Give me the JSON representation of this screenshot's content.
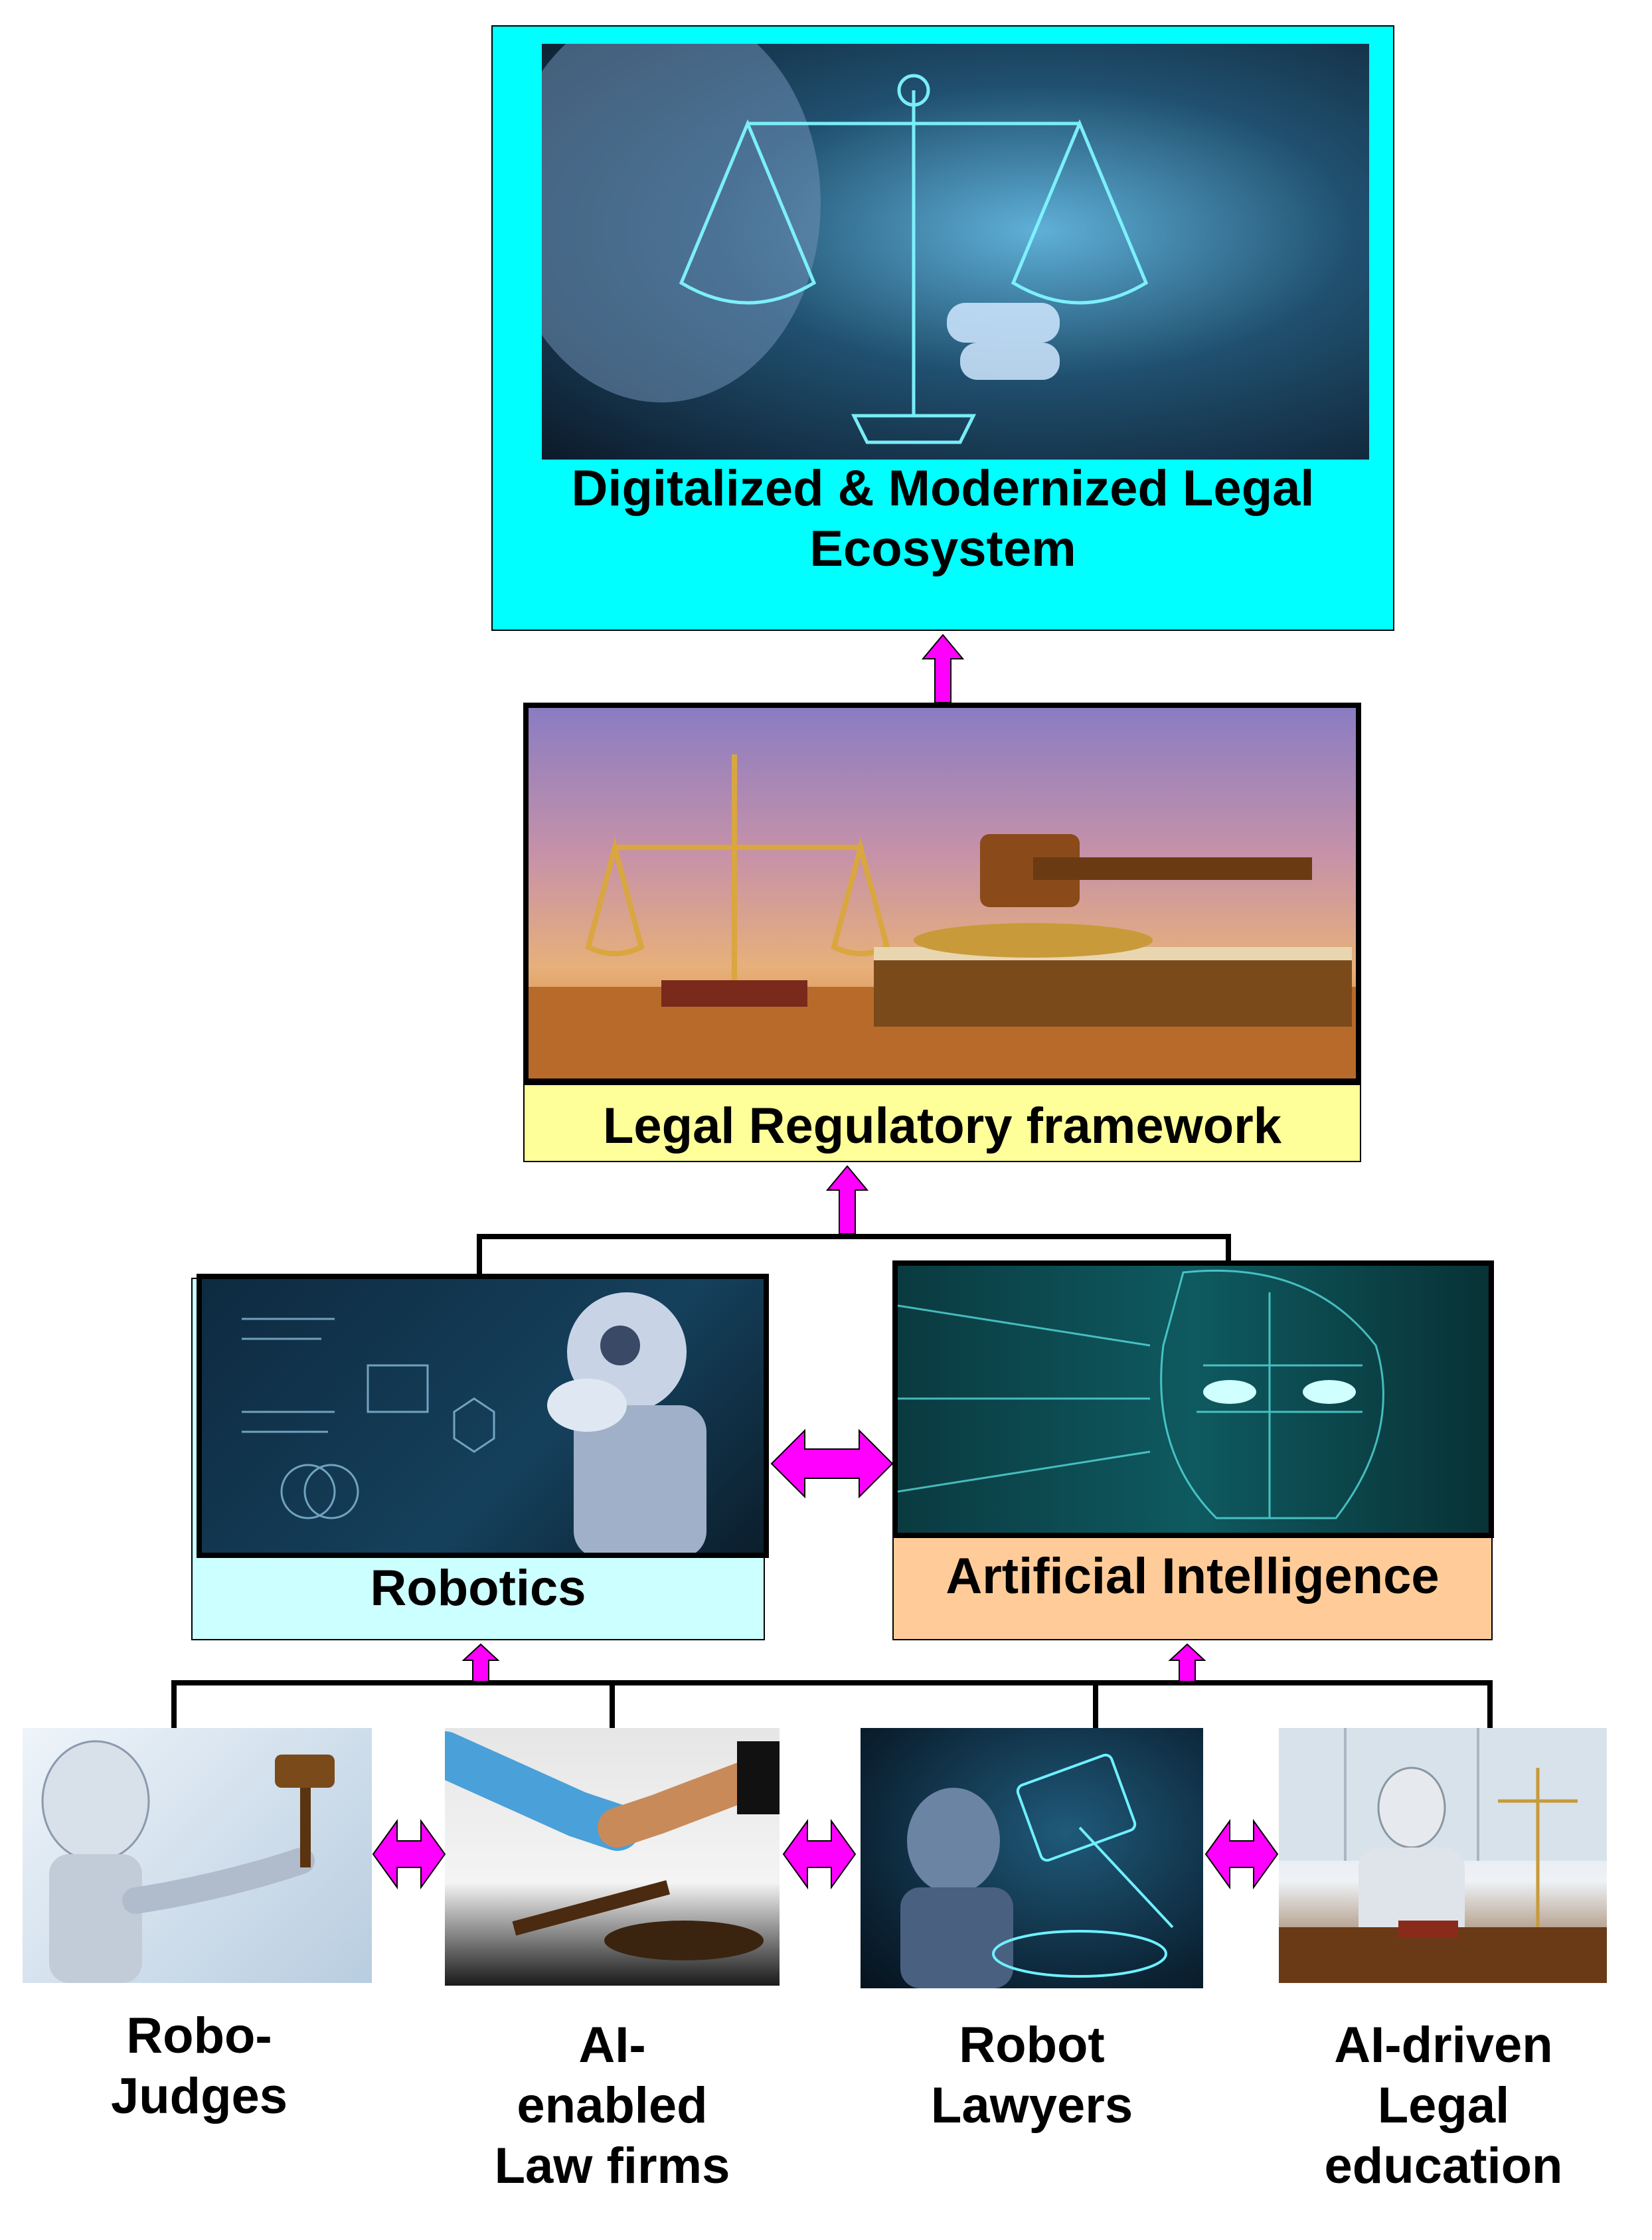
{
  "colors": {
    "top_box": "#00FFFF",
    "legal_label": "#FFFF99",
    "robotics_box": "#CCFFFF",
    "ai_box": "#FFCC99",
    "arrow": "#FF00FF",
    "line": "#000000"
  },
  "top": {
    "label": "Digitalized & Modernized Legal\nEcosystem",
    "image": "scales-of-justice-robot-hand-image"
  },
  "legal": {
    "label": "Legal Regulatory framework",
    "image": "scales-and-gavel-on-book-image"
  },
  "robotics": {
    "label": "Robotics",
    "image": "thinking-robot-with-formulas-image"
  },
  "ai": {
    "label": "Artificial Intelligence",
    "image": "wireframe-digital-face-image"
  },
  "bottom": [
    {
      "label": "Robo-\nJudges",
      "image": "robot-holding-gavel-image"
    },
    {
      "label": "AI-\nenabled\nLaw firms",
      "image": "robot-human-handshake-gavel-image"
    },
    {
      "label": "Robot\nLawyers",
      "image": "robot-with-digital-gavel-image"
    },
    {
      "label": "AI-driven\nLegal\neducation",
      "image": "robot-teacher-desk-scales-image"
    }
  ]
}
